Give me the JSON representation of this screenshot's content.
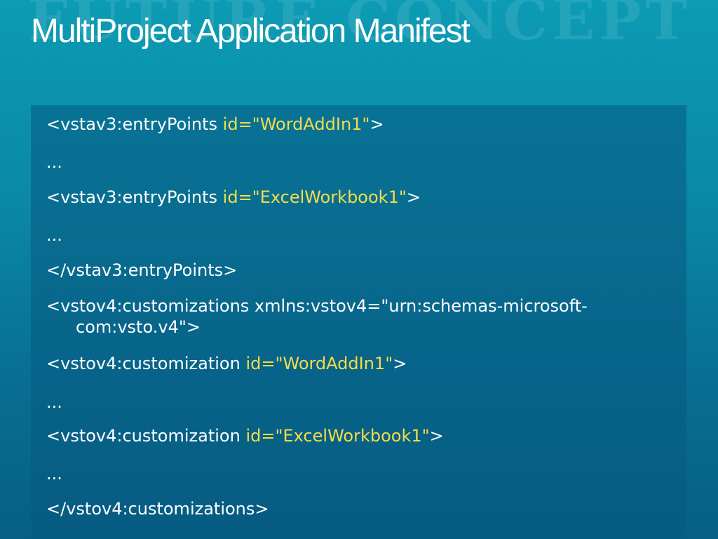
{
  "slide": {
    "watermark": "FUTURE CONCEPT",
    "title": "MultiProject Application Manifest"
  },
  "code": {
    "lines": [
      {
        "text": "<vstav3:entryPoints ",
        "attr": "id=\"WordAddIn1\"",
        "tail": ">"
      },
      {
        "text": "...",
        "attr": "",
        "tail": ""
      },
      {
        "text": "<vstav3:entryPoints ",
        "attr": "id=\"ExcelWorkbook1\"",
        "tail": ">"
      },
      {
        "text": " ...",
        "attr": "",
        "tail": ""
      },
      {
        "text": "</vstav3:entryPoints>",
        "attr": "",
        "tail": ""
      },
      {
        "text": "<vstov4:customizations xmlns:vstov4=\"urn:schemas-microsoft-com:vsto.v4\">",
        "attr": "",
        "tail": ""
      },
      {
        "text": "<vstov4:customization ",
        "attr": "id=\"WordAddIn1\"",
        "tail": ">"
      },
      {
        "text": "...",
        "attr": "",
        "tail": ""
      },
      {
        "text": "<vstov4:customization ",
        "attr": "id=\"ExcelWorkbook1\"",
        "tail": ">"
      },
      {
        "text": "...",
        "attr": "",
        "tail": ""
      },
      {
        "text": "</vstov4:customizations>",
        "attr": "",
        "tail": ""
      }
    ]
  },
  "colors": {
    "attribute": "#f3dc4a",
    "text": "#ffffff",
    "background": "#0a8aa6"
  }
}
